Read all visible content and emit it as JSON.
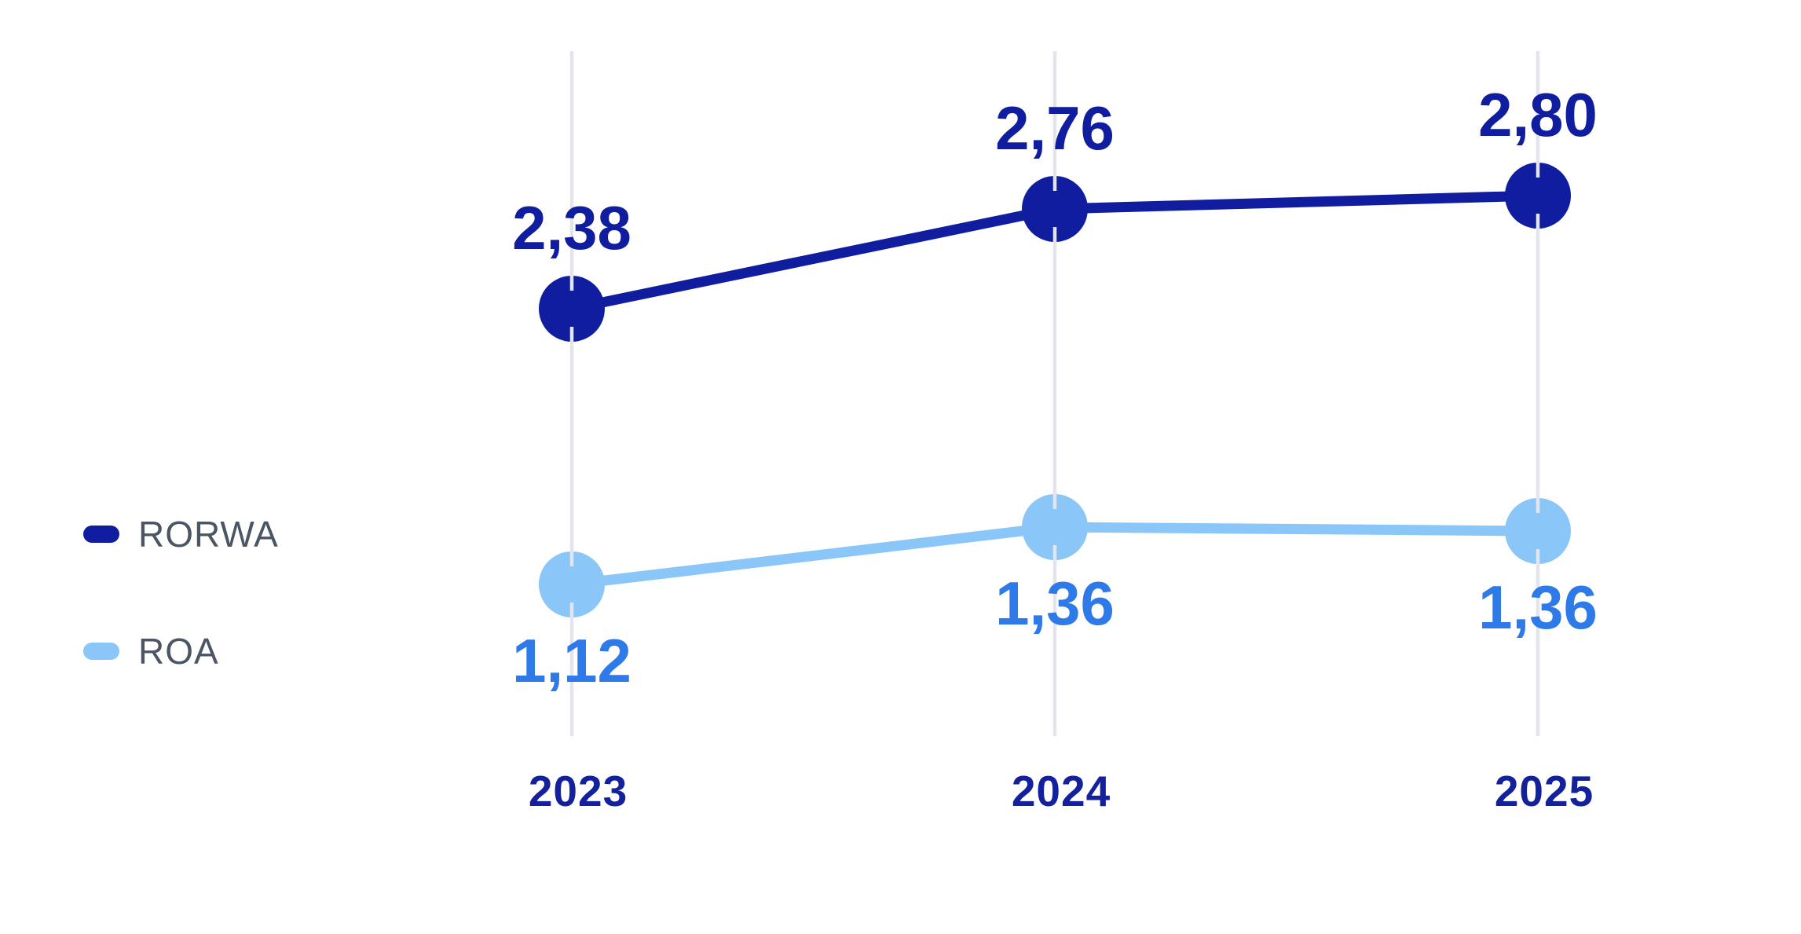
{
  "chart_data": {
    "type": "line",
    "categories": [
      "2023",
      "2024",
      "2025"
    ],
    "series": [
      {
        "name": "RORWA",
        "values": [
          2.38,
          2.76,
          2.8
        ],
        "labels": [
          "2,38",
          "2,76",
          "2,80"
        ],
        "color": "#101d9e",
        "label_color": "#101d9e",
        "label_position": "above"
      },
      {
        "name": "ROA",
        "values": [
          1.12,
          1.36,
          1.36
        ],
        "labels": [
          "1,12",
          "1,36",
          "1,36"
        ],
        "color": "#8ac6f7",
        "label_color": "#2d7ae8",
        "label_position": "below"
      }
    ],
    "legend": {
      "position": "center-left",
      "entries": [
        {
          "label": "RORWA",
          "color": "#101d9e"
        },
        {
          "label": "ROA",
          "color": "#8ac6f7"
        }
      ]
    },
    "x_axis": {
      "labels": [
        "2023",
        "2024",
        "2025"
      ],
      "label_color": "#13219d"
    },
    "grid": {
      "vertical": true,
      "horizontal": false,
      "color": "#e2e5ec"
    },
    "background": "#ffffff",
    "decimal_separator": ","
  }
}
